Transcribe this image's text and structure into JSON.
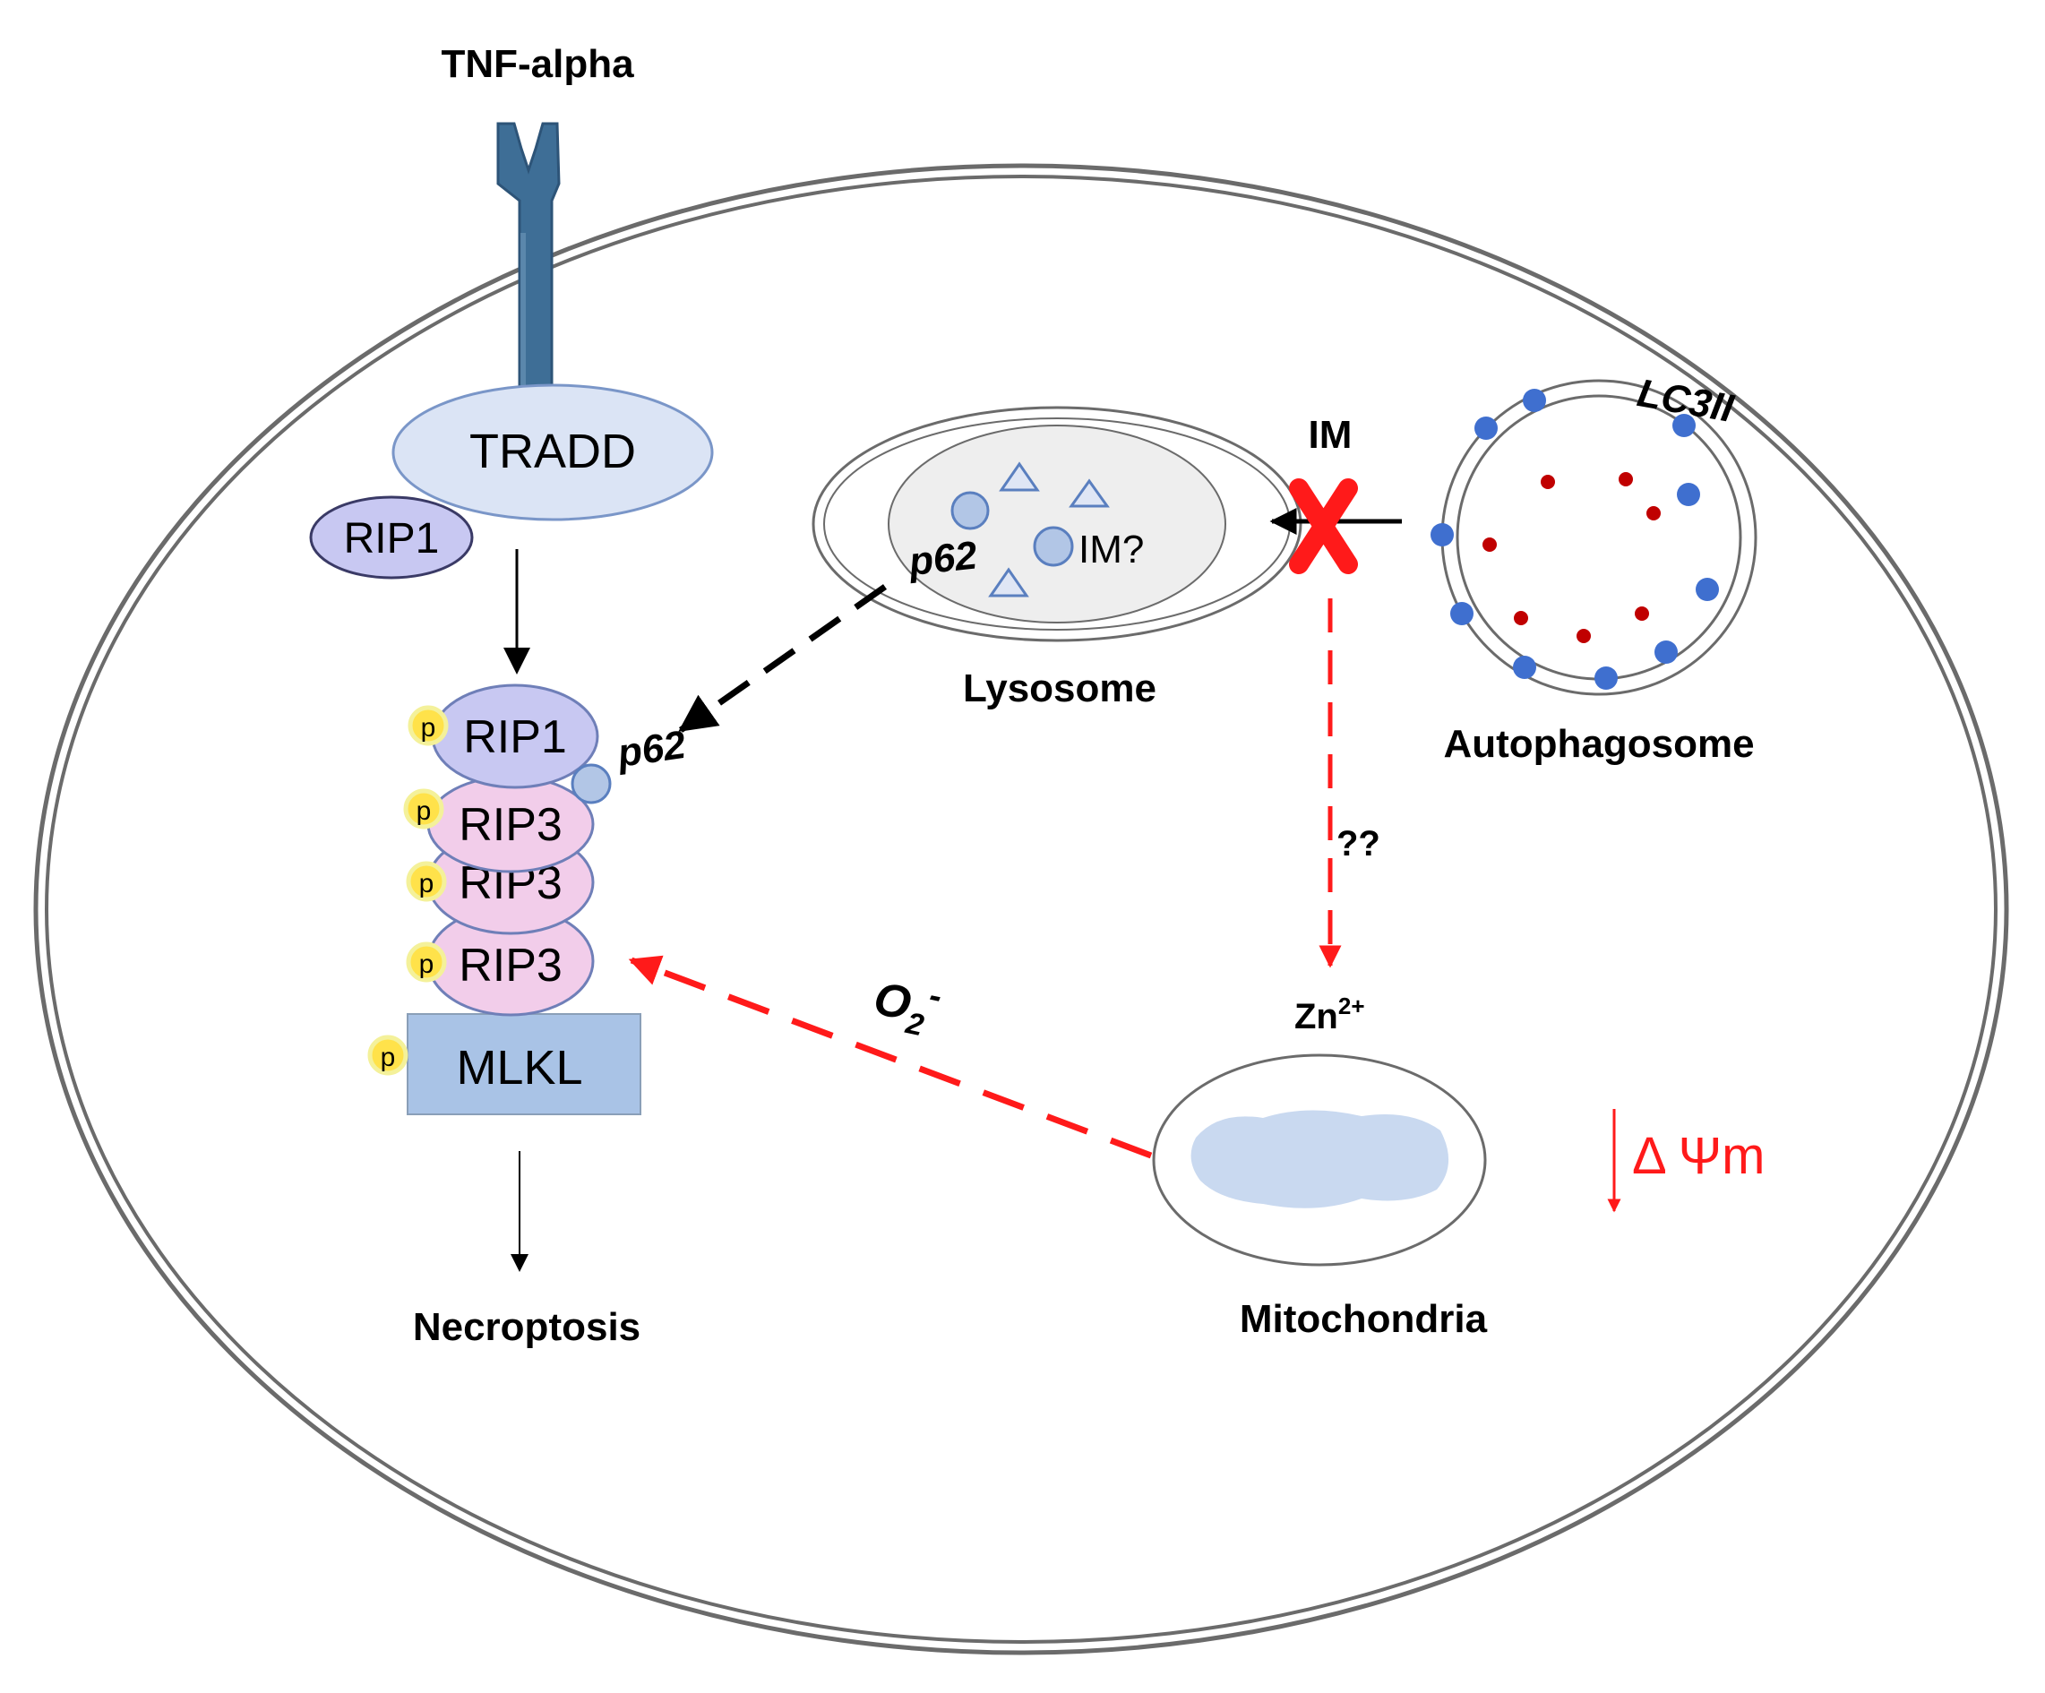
{
  "labels": {
    "ligand": "TNF-alpha",
    "tradd": "TRADD",
    "rip1_free": "RIP1",
    "rip1_complex": "RIP1",
    "rip3_a": "RIP3",
    "rip3_b": "RIP3",
    "rip3_c": "RIP3",
    "mlkl": "MLKL",
    "phospho": "p",
    "p62_complex": "p62",
    "p62_lysosome": "p62",
    "im_question": "IM?",
    "lysosome": "Lysosome",
    "im": "IM",
    "lc3": "LC3II",
    "autophagosome": "Autophagosome",
    "unknown": "??",
    "zinc": "Zn",
    "zinc_charge": "2+",
    "superoxide": "O",
    "superoxide_sub": "2",
    "superoxide_charge": "-",
    "membrane_potential": "Δ Ψm",
    "mitochondria": "Mitochondria",
    "necroptosis": "Necroptosis"
  },
  "colors": {
    "receptor": "#3e6e96",
    "tradd_fill": "#dbe4f5",
    "rip1_fill": "#c8c8f2",
    "rip3_fill": "#f2cdea",
    "mlkl_fill": "#a9c3e6",
    "phospho_fill": "#ffe24a",
    "inhibition_red": "#ff1a1a",
    "lc3_dot": "#3f6fcf",
    "cargo_dot": "#c00000",
    "mito_matrix": "#c9d9f0"
  }
}
